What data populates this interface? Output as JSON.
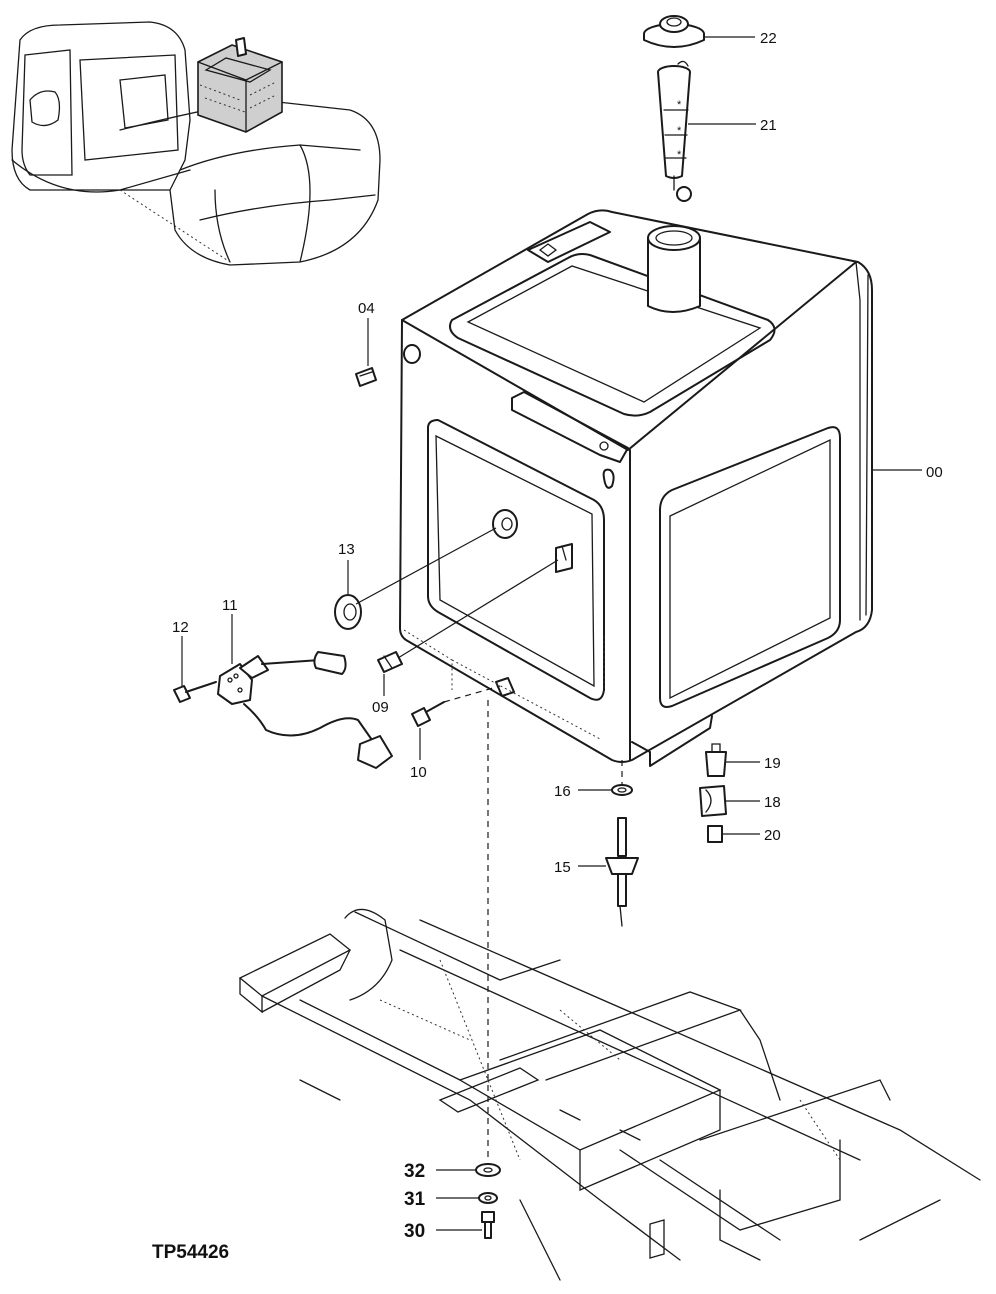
{
  "figure_id": "TP54426",
  "callouts": {
    "c00": "00",
    "c04": "04",
    "c09": "09",
    "c10": "10",
    "c11": "11",
    "c12": "12",
    "c13": "13",
    "c15": "15",
    "c16": "16",
    "c18": "18",
    "c19": "19",
    "c20": "20",
    "c21": "21",
    "c22": "22",
    "c30": "30",
    "c31": "31",
    "c32": "32"
  }
}
